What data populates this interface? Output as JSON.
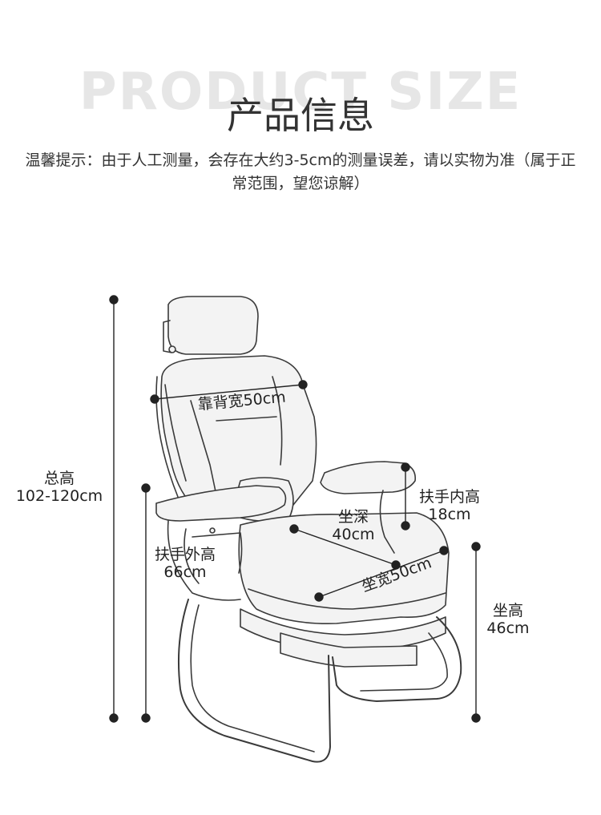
{
  "watermark_title": "PRODUCT SIZE",
  "title": "产品信息",
  "notice": "温馨提示：由于人工测量，会存在大约3-5cm的测量误差，请以实物为准（属于正常范围，望您谅解）",
  "dimensions": {
    "total_height": {
      "label": "总高",
      "value": "102-120cm"
    },
    "backrest_width": {
      "label": "靠背宽50cm"
    },
    "armrest_outer_height": {
      "label": "扶手外高",
      "value": "66cm"
    },
    "armrest_inner_height": {
      "label": "扶手内高",
      "value": "18cm"
    },
    "seat_depth": {
      "label": "坐深",
      "value": "40cm"
    },
    "seat_width": {
      "label": "坐宽50cm"
    },
    "seat_height": {
      "label": "坐高",
      "value": "46cm"
    }
  },
  "colors": {
    "line": "#222222",
    "chair_outline": "#3a3a3a",
    "chair_fill": "#f3f3f3",
    "watermark": "#e6e6e6"
  }
}
